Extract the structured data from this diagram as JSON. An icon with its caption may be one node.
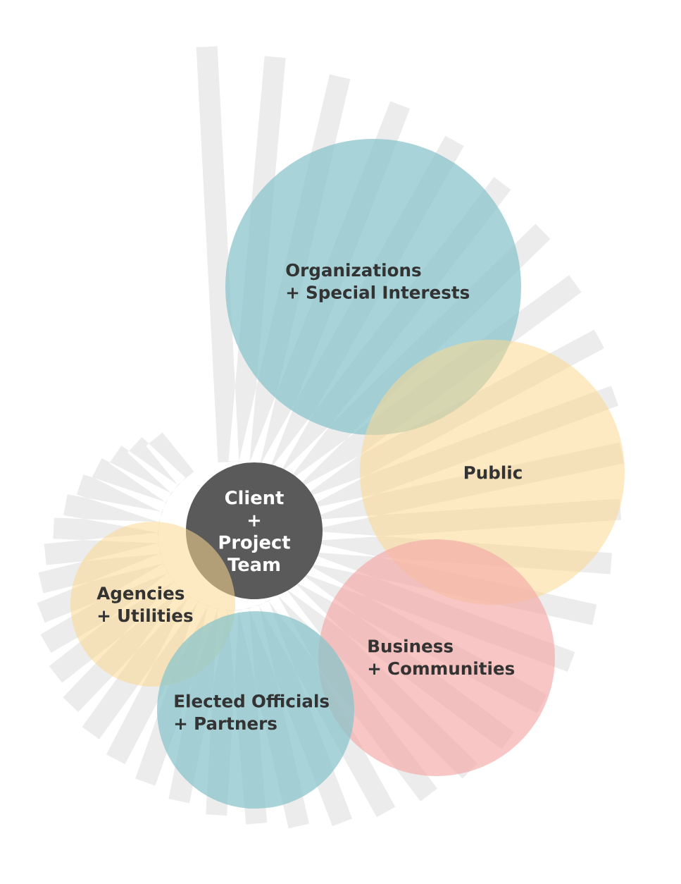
{
  "diagram": {
    "nodes": [
      {
        "text": [
          "Organizations + Special Interests"
        ]
      },
      {
        "text": [
          "Public"
        ]
      },
      {
        "text": [
          "Client + Project Team"
        ]
      },
      {
        "text": [
          "Agencies + Utilities"
        ]
      },
      {
        "text": [
          "Business + Communities"
        ]
      },
      {
        "text": [
          "Elected Officials + Partners"
        ]
      }
    ]
  }
}
